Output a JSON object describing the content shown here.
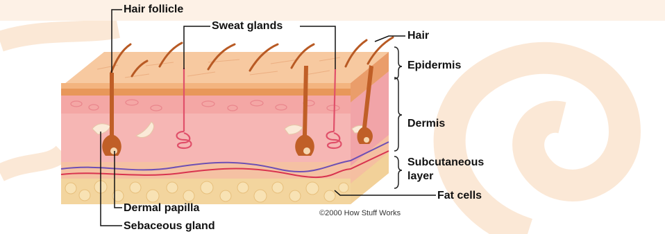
{
  "labels": {
    "hair_follicle": "Hair follicle",
    "sweat_glands": "Sweat glands",
    "hair": "Hair",
    "epidermis": "Epidermis",
    "dermis": "Dermis",
    "subcutaneous_line1": "Subcutaneous",
    "subcutaneous_line2": "layer",
    "fat_cells": "Fat cells",
    "dermal_papilla": "Dermal papilla",
    "sebaceous_gland": "Sebaceous gland"
  },
  "copyright": "©2000 How Stuff Works",
  "colors": {
    "background": "#ffffff",
    "watermark": "#fbe7d6",
    "epidermis_top": "#f6c79a",
    "epidermis_band": "#e8975a",
    "dermis": "#f6b0b0",
    "dermis_dark": "#ef8f95",
    "subcutaneous": "#f8c9a0",
    "fat": "#f3d49b",
    "hair": "#b85a24",
    "gland": "#e0506a",
    "vein": "#6d4fb5",
    "artery": "#d8334f"
  }
}
